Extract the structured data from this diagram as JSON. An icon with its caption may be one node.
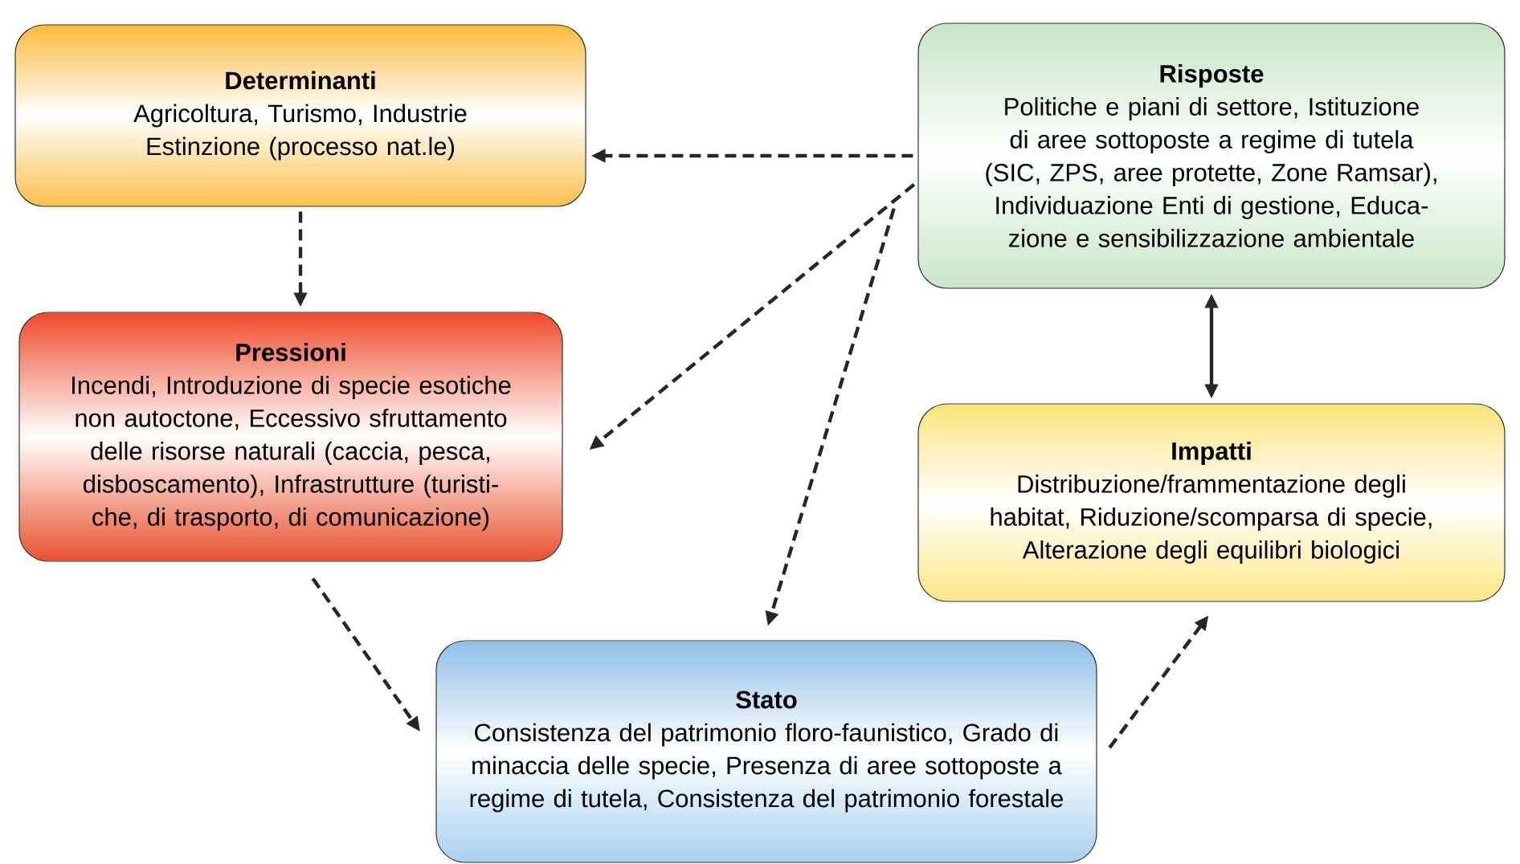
{
  "diagram": {
    "nodes": [
      {
        "text": [
          "Determinanti",
          "Agricoltura, Turismo, Industrie Estinzione (processo nat.le)"
        ]
      },
      {
        "text": [
          "Risposte",
          "Politiche e piani di settore, Istituzione di aree sottoposte a regime di tutela (SIC, ZPS, aree protette, Zone Ramsar), Individuazione Enti di gestione, Educa-zione e sensibilizzazione ambientale"
        ]
      },
      {
        "text": [
          "Pressioni",
          "Incendi, Introduzione di specie esotiche non autoctone, Eccessivo sfruttamento delle risorse naturali (caccia, pesca, disboscamento), Infrastrutture (turisti-che, di trasporto, di comunicazione)"
        ]
      },
      {
        "text": [
          "Impatti",
          "Distribuzione/frammentazione degli habitat, Riduzione/scomparsa di specie, Alterazione degli equilibri biologici"
        ]
      },
      {
        "text": [
          "Stato",
          "Consistenza del patrimonio floro-faunistico, Grado di minaccia delle specie, Presenza di aree sottoposte a regime di tutela, Consistenza del patrimonio forestale"
        ]
      }
    ],
    "edges": [
      {
        "from": 0,
        "to": 2,
        "arrow": "to",
        "style": "dashed"
      },
      {
        "from": 1,
        "to": 0,
        "arrow": "to",
        "style": "dashed"
      },
      {
        "from": 1,
        "to": 2,
        "arrow": "to",
        "style": "dashed"
      },
      {
        "from": 1,
        "to": 4,
        "arrow": "to",
        "style": "dashed"
      },
      {
        "from": 2,
        "to": 4,
        "arrow": "to",
        "style": "dashed"
      },
      {
        "from": 4,
        "to": 3,
        "arrow": "to",
        "style": "dashed"
      },
      {
        "from": 1,
        "to": 3,
        "arrow": "both"
      }
    ]
  }
}
